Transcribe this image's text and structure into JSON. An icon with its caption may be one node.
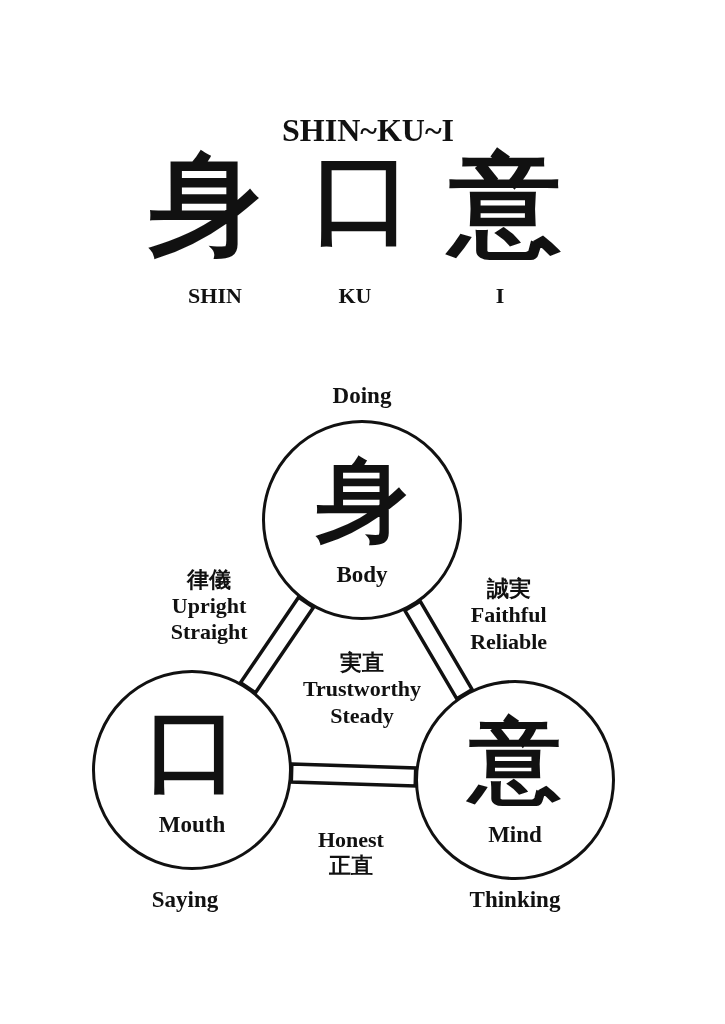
{
  "diagram": {
    "title": "SHIN~KU~I",
    "nodes": [
      {
        "text": [
          "身",
          "Body"
        ],
        "beside": [
          "Doing"
        ]
      },
      {
        "text": [
          "口",
          "Mouth"
        ],
        "beside": [
          "Saying"
        ]
      },
      {
        "text": [
          "意",
          "Mind"
        ],
        "beside": [
          "Thinking"
        ]
      }
    ],
    "edges": [
      {
        "from": 0,
        "to": 1,
        "arrow": "none",
        "label": "律儀 Upright Straight"
      },
      {
        "from": 0,
        "to": 2,
        "arrow": "none",
        "label": "誠実 Faithful Reliable"
      },
      {
        "from": 1,
        "to": 2,
        "arrow": "none",
        "label": "Honest 正直"
      }
    ],
    "labels": [
      "身",
      "口",
      "意",
      "SHIN",
      "KU",
      "I",
      "実直 Trustworthy Steady"
    ]
  }
}
